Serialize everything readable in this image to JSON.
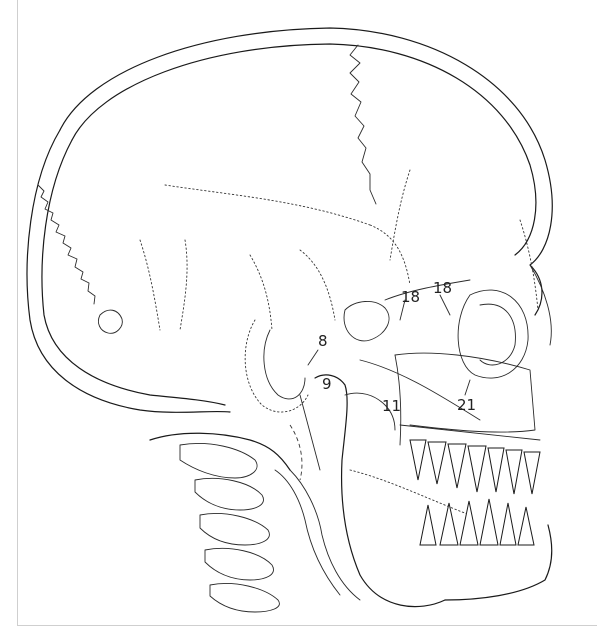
{
  "diagram": {
    "labels": [
      {
        "id": "label-18-left",
        "text": "18"
      },
      {
        "id": "label-18-right",
        "text": "18"
      },
      {
        "id": "label-8",
        "text": "8"
      },
      {
        "id": "label-9",
        "text": "9"
      },
      {
        "id": "label-11",
        "text": "11"
      },
      {
        "id": "label-21",
        "text": "21"
      }
    ]
  }
}
